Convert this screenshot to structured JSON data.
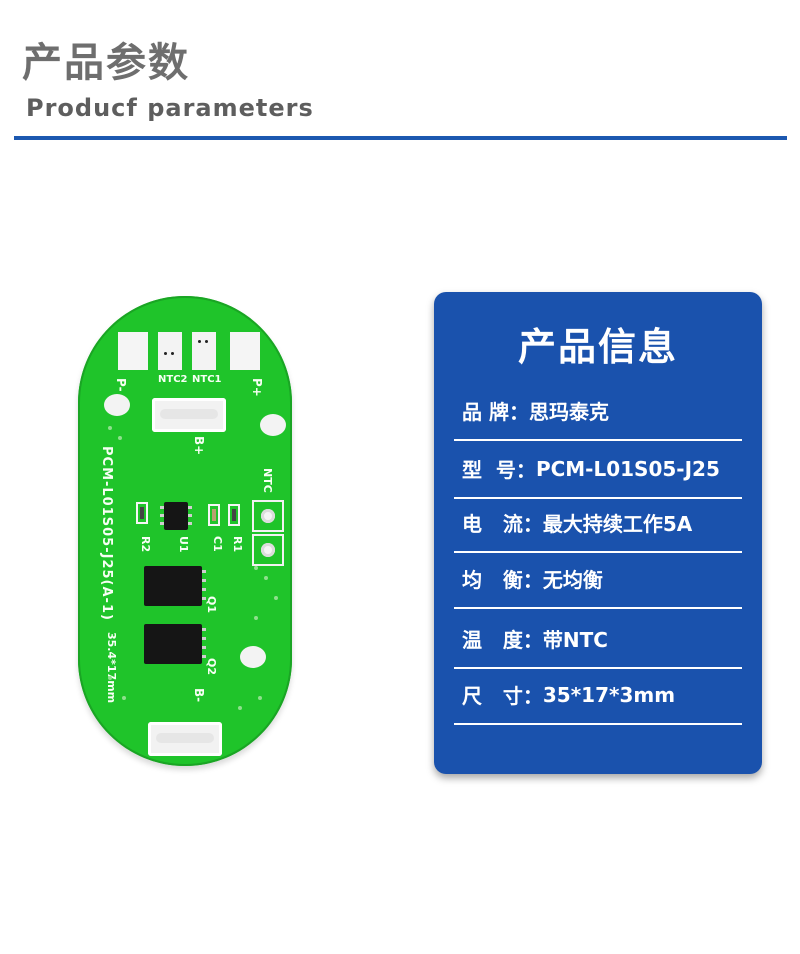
{
  "header": {
    "title_cn": "产品参数",
    "title_en": "Producf parameters"
  },
  "pcb": {
    "labels": {
      "p_minus": "P-",
      "p_plus": "P+",
      "ntc2": "NTC2",
      "ntc1": "NTC1",
      "b_plus": "B+",
      "b_minus": "B-",
      "ntc": "NTC",
      "model": "PCM-L01S05-J25(A-1)",
      "size": "35.4*17mm",
      "r2": "R2",
      "u1": "U1",
      "c1": "C1",
      "r1": "R1",
      "q1": "Q1",
      "q2": "Q2"
    }
  },
  "card": {
    "title": "产品信息",
    "rows": [
      {
        "label": "品 牌：",
        "value": "思玛泰克"
      },
      {
        "label": "型  号：",
        "value": "PCM-L01S05-J25"
      },
      {
        "label": "电   流：",
        "value": "最大持续工作5A"
      },
      {
        "label": "均   衡：",
        "value": "无均衡"
      },
      {
        "label": "温   度：",
        "value": "带NTC"
      },
      {
        "label": "尺   寸：",
        "value": "35*17*3mm"
      }
    ]
  },
  "colors": {
    "accent_blue": "#1a52ad",
    "pcb_green": "#1fc42a",
    "title_gray": "#6e6e6e"
  }
}
